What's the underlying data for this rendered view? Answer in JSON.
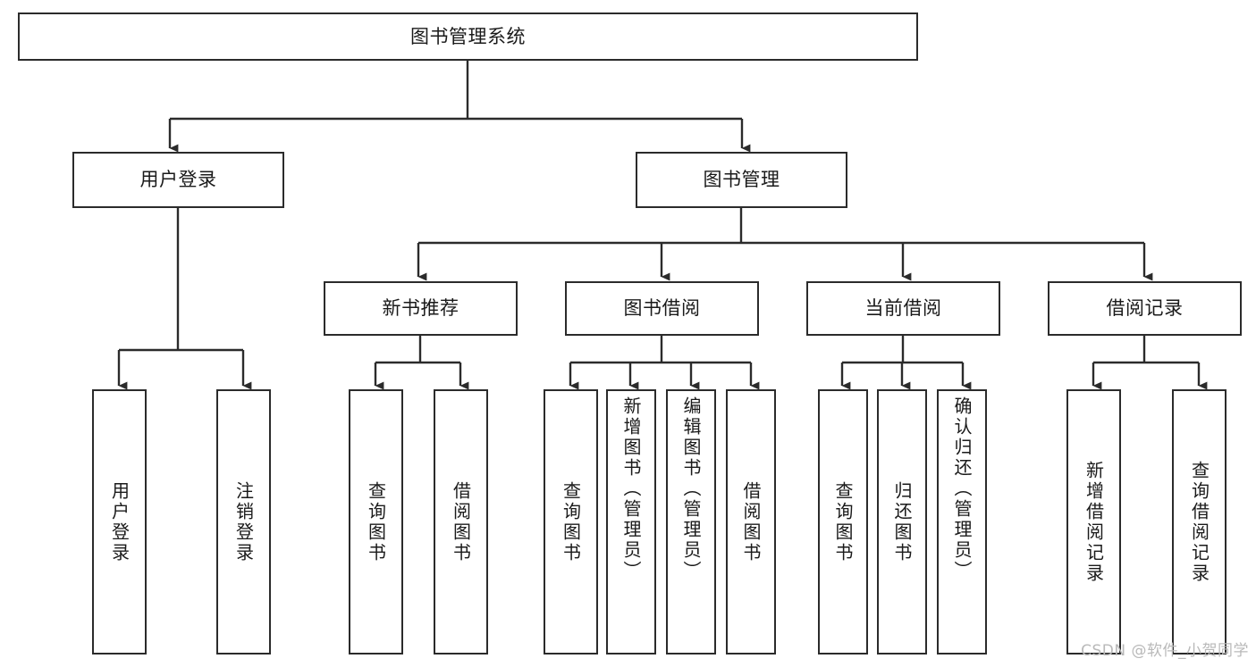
{
  "diagram": {
    "title": "图书管理系统",
    "type": "hierarchy-tree",
    "levels": 4,
    "colors": {
      "box_border": "#2b2b2b",
      "box_fill": "#ffffff",
      "connector": "#2b2b2b",
      "text": "#1a1a1a",
      "watermark": "#b9b9b9",
      "background": "#ffffff"
    },
    "root": {
      "label": "图书管理系统"
    },
    "level2": [
      {
        "label": "用户登录"
      },
      {
        "label": "图书管理"
      }
    ],
    "level3": [
      {
        "label": "新书推荐"
      },
      {
        "label": "图书借阅"
      },
      {
        "label": "当前借阅"
      },
      {
        "label": "借阅记录"
      }
    ],
    "leaves": {
      "user_login": [
        {
          "label": "用户登录"
        },
        {
          "label": "注销登录"
        }
      ],
      "new_book_recommend": [
        {
          "label": "查询图书"
        },
        {
          "label": "借阅图书"
        }
      ],
      "book_borrow": [
        {
          "label": "查询图书"
        },
        {
          "label": "新增图书（管理员）"
        },
        {
          "label": "编辑图书（管理员）"
        },
        {
          "label": "借阅图书"
        }
      ],
      "current_borrow": [
        {
          "label": "查询图书"
        },
        {
          "label": "归还图书"
        },
        {
          "label": "确认归还（管理员）"
        }
      ],
      "borrow_record": [
        {
          "label": "新增借阅记录"
        },
        {
          "label": "查询借阅记录"
        }
      ]
    }
  },
  "watermark": {
    "text": "CSDN @软件_小贺同学"
  }
}
